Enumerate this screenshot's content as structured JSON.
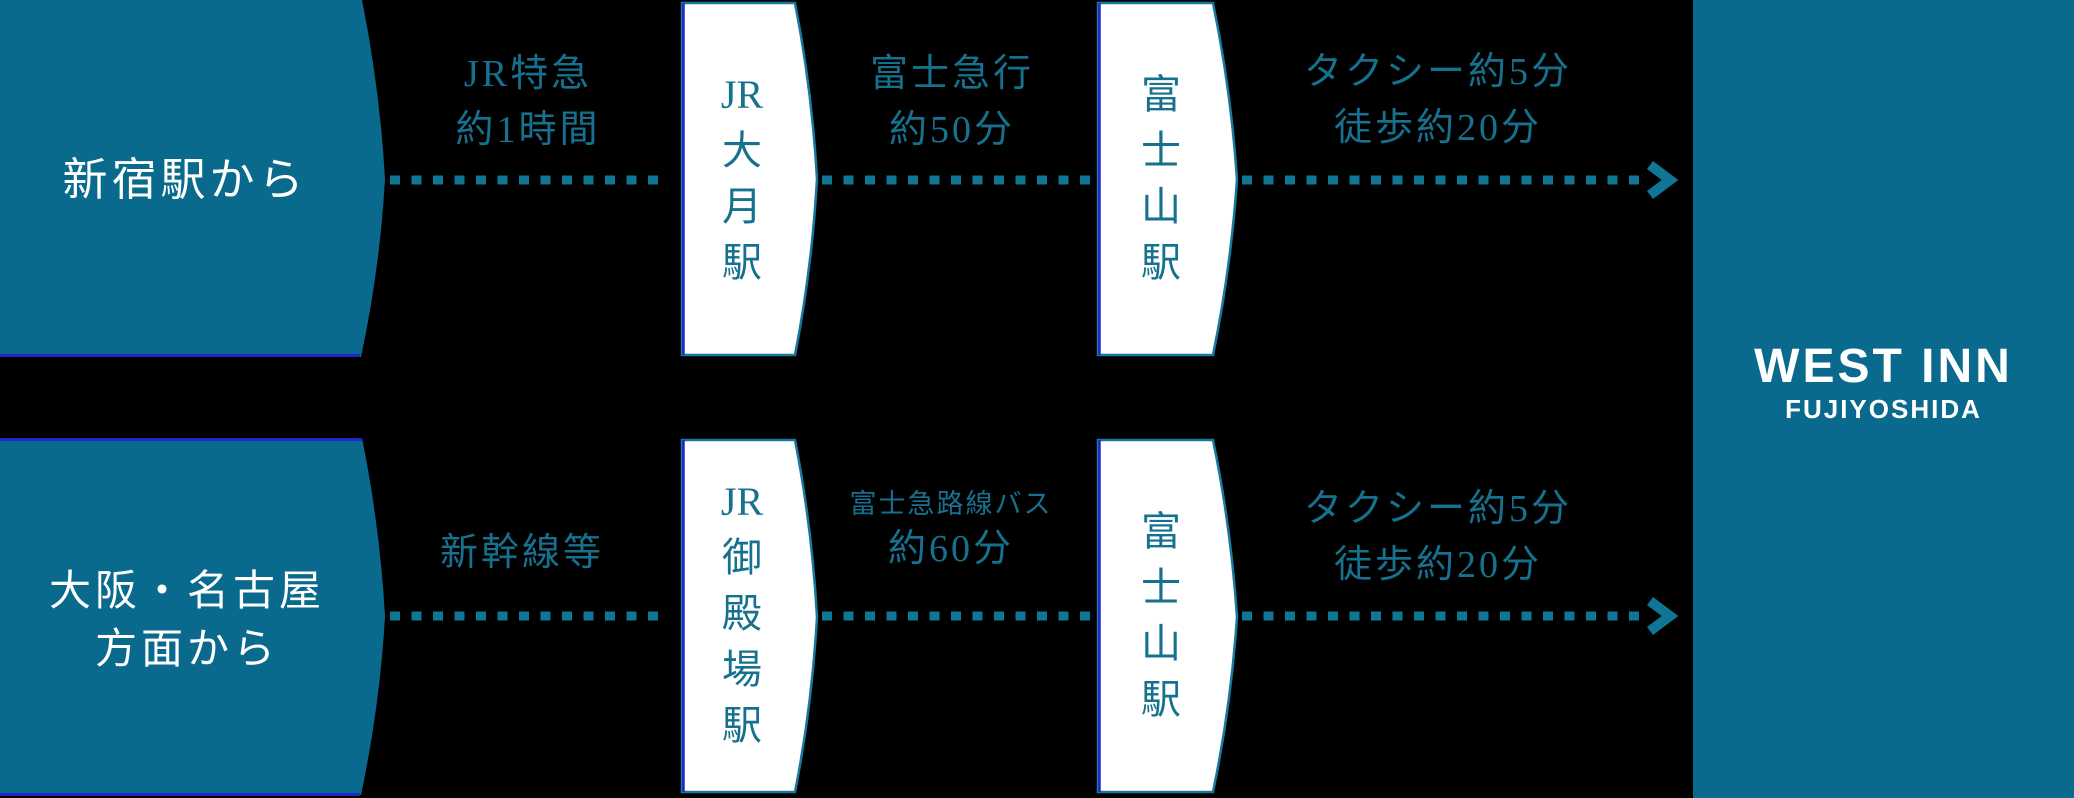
{
  "brand": {
    "line1": "WEST INN",
    "line2": "FUJIYOSHIDA"
  },
  "colors": {
    "background": "#000000",
    "teal_fill": "#0a6a8d",
    "teal_text": "#16718f",
    "dot_color": "#117695",
    "blue_border": "#2424cc",
    "white": "#ffffff"
  },
  "routes": [
    {
      "origin": {
        "lines": [
          "新宿駅から"
        ]
      },
      "legs": [
        {
          "lines": [
            "JR特急",
            "約1時間"
          ]
        },
        {
          "lines": [
            "富士急行",
            "約50分"
          ]
        },
        {
          "lines": [
            "タクシー約5分",
            "徒歩約20分"
          ]
        }
      ],
      "stations": [
        {
          "items": [
            "JR",
            "大",
            "月",
            "駅"
          ]
        },
        {
          "items": [
            "富",
            "士",
            "山",
            "駅"
          ]
        }
      ]
    },
    {
      "origin": {
        "lines": [
          "大阪・名古屋",
          "方面から"
        ]
      },
      "legs": [
        {
          "lines": [
            "新幹線等"
          ]
        },
        {
          "lines": [
            "富士急路線バス",
            "約60分"
          ]
        },
        {
          "lines": [
            "タクシー約5分",
            "徒歩約20分"
          ]
        }
      ],
      "stations": [
        {
          "items": [
            "JR",
            "御",
            "殿",
            "場",
            "駅"
          ]
        },
        {
          "items": [
            "富",
            "士",
            "山",
            "駅"
          ]
        }
      ]
    }
  ]
}
